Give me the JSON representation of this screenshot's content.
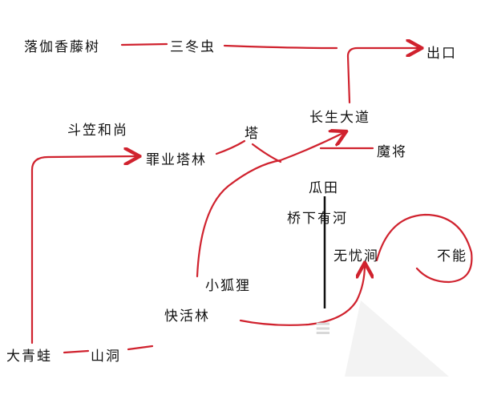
{
  "colors": {
    "path": "#d0222e",
    "divider": "#111111",
    "text": "#111111"
  },
  "nodes": {
    "luojia": "落伽香藤树",
    "sandong": "三冬虫",
    "exit": "出口",
    "changsheng": "长生大道",
    "douli": "斗笠和尚",
    "zuiye": "罪业塔林",
    "ta": "塔",
    "mojiang": "魔将",
    "guatian": "瓜田",
    "qiaoxia": "桥下有河",
    "wuyou": "无忧涧",
    "buneng": "不能",
    "xiaohuli": "小狐狸",
    "kuaihuo": "快活林",
    "daqingwa": "大青蛙",
    "shandong": "山洞"
  }
}
